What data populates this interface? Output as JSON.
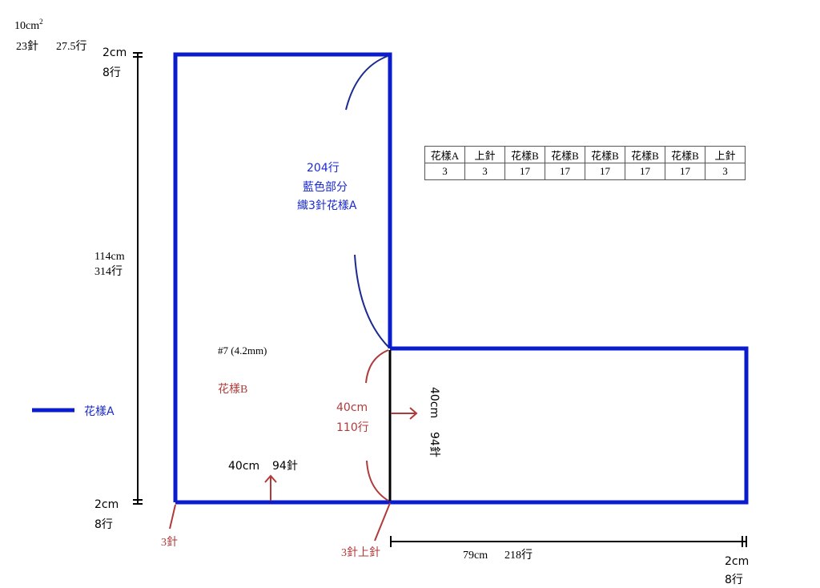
{
  "gauge": {
    "area": "10cm",
    "area_sup": "2",
    "stitches": "23針",
    "rows": "27.5行"
  },
  "left_ruler": {
    "top_cm": "2cm",
    "top_rows": "8行",
    "mid_cm": "114cm",
    "mid_rows": "314行",
    "bottom_cm": "2cm",
    "bottom_rows": "8行"
  },
  "bottom_ruler": {
    "length": "79cm",
    "rows": "218行",
    "end_cm": "2cm",
    "end_rows": "8行"
  },
  "blue_part": {
    "rows": "204行",
    "label": "藍色部分",
    "desc": "織3針花樣A"
  },
  "needle": "#7 (4.2mm)",
  "pattern_b_label": "花樣B",
  "width_label": {
    "cm": "40cm",
    "stitches": "94針"
  },
  "join_label": {
    "cm": "40cm",
    "rows": "110行"
  },
  "rotated_label": {
    "cm": "40cm",
    "stitches": "94針"
  },
  "corner_left": "3針",
  "corner_join": "3針上針",
  "legend": {
    "label": "花樣A"
  },
  "stitch_table": {
    "headers": [
      "花樣A",
      "上針",
      "花樣B",
      "花樣B",
      "花樣B",
      "花樣B",
      "花樣B",
      "上針"
    ],
    "values": [
      "3",
      "3",
      "17",
      "17",
      "17",
      "17",
      "17",
      "3"
    ]
  },
  "colors": {
    "blue": "#0a1ccc",
    "red": "#b03a3a",
    "black": "#000000"
  }
}
